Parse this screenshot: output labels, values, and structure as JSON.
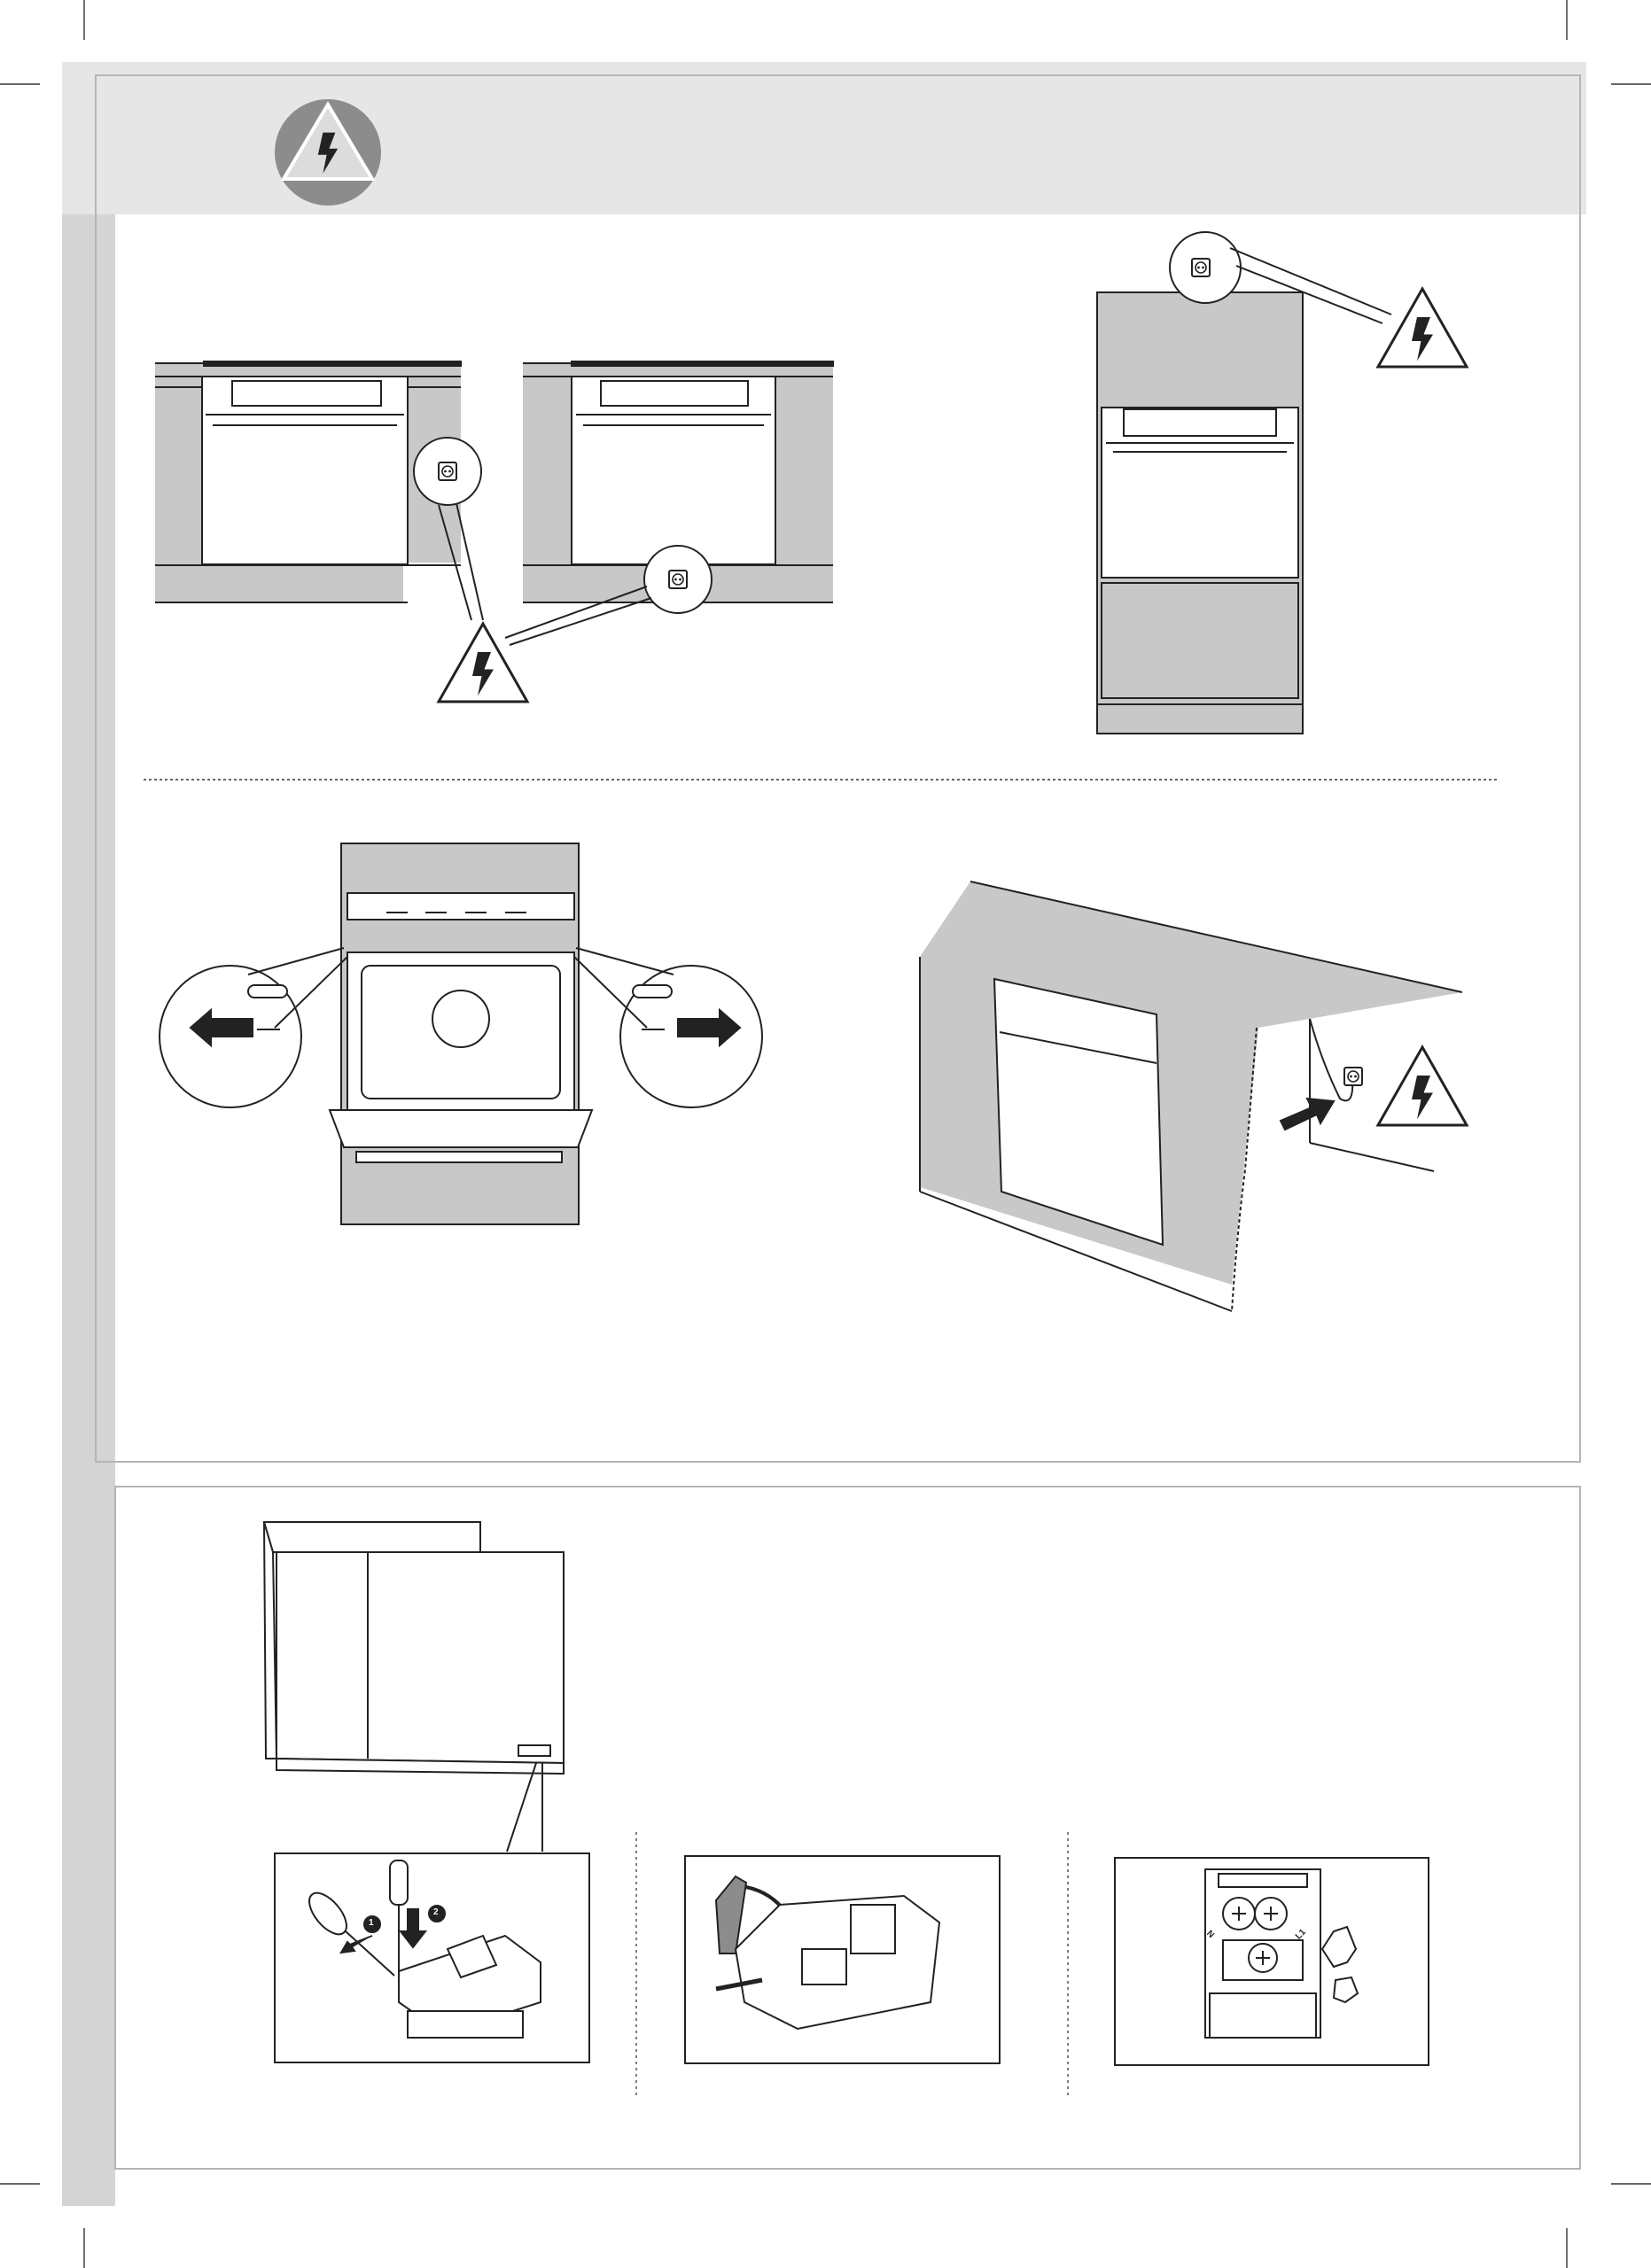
{
  "page": {
    "background": "#ffffff",
    "panel_gray": "#c8c8c8",
    "band_gray": "#e6e6e6",
    "stroke": "#222222"
  },
  "icons": {
    "header_warning": "electric-shock-warning-icon",
    "socket": "power-socket-icon",
    "arrow": "push-arrow-icon"
  },
  "terminal_block": {
    "labels": [
      "N",
      "L1"
    ]
  },
  "stepper_markers": [
    "1",
    "2"
  ]
}
